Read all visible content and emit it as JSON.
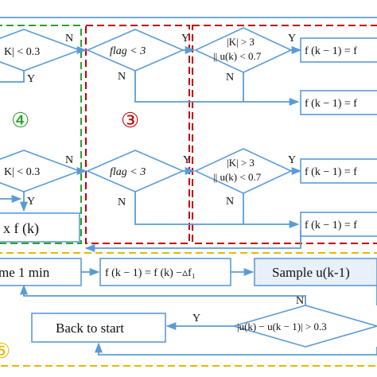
{
  "colors": {
    "flow": "#5b9bd5",
    "region_4": "#2ca02c",
    "region_3": "#c00000",
    "region_5": "#e6b800",
    "sample_box_fill": "#e8f0fa"
  },
  "region_labels": {
    "region_4": "④",
    "region_3": "③",
    "region_5": "⑤"
  },
  "branch_labels": {
    "yes": "Y",
    "no": "N"
  },
  "decisions": {
    "k_check_top": "K| < 0.3",
    "flag_top": "flag < 3",
    "cond_top_line1": "|K| > 3",
    "cond_top_line2": "|| u(k) < 0.7",
    "k_check_bottom": "K| < 0.3",
    "flag_bottom": "flag < 3",
    "cond_bottom_line1": "|K| > 3",
    "cond_bottom_line2": "|| u(k) < 0.7",
    "diff_check": "|u(k) − u(k − 1)| > 0.3"
  },
  "actions": {
    "out_top_1": "f (k − 1) = f",
    "out_top_2": "f (k − 1) = f",
    "out_bottom_1": "f (k − 1) = f",
    "out_bottom_2": "f (k − 1) = f",
    "multiply": "x  f (k)",
    "wait": "me 1 min",
    "update_f": "f (k − 1) = f (k) −▵f₁",
    "sample": "Sample u(k-1)",
    "back_to_start": "Back to start"
  }
}
